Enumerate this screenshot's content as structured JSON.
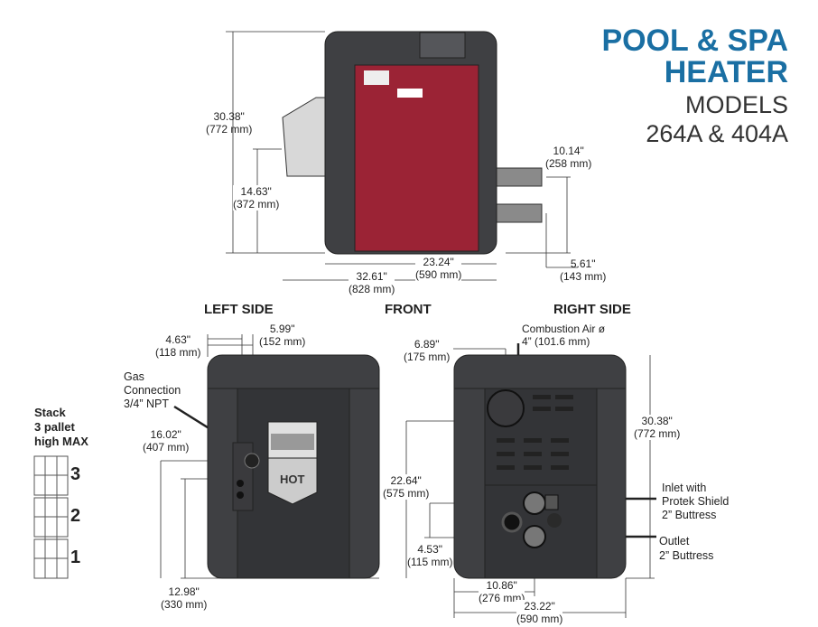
{
  "title": {
    "line1": "POOL & SPA",
    "line2": "HEATER",
    "line3": "MODELS",
    "line4": "264A & 404A"
  },
  "colors": {
    "brand": "#1a6fa3",
    "cabinet": "#3f4043",
    "panel": "#9b2335"
  },
  "views": {
    "left": "LEFT SIDE",
    "front": "FRONT",
    "right": "RIGHT SIDE"
  },
  "top_dims": {
    "height_total": [
      "30.38\"",
      "(772 mm)"
    ],
    "vent_height": [
      "14.63\"",
      "(372 mm)"
    ],
    "pipe_upper": [
      "10.14\"",
      "(258 mm)"
    ],
    "pipe_lower": [
      "5.61\"",
      "(143 mm)"
    ],
    "width": [
      "23.24\"",
      "(590 mm)"
    ],
    "overall_width": [
      "32.61\"",
      "(828 mm)"
    ]
  },
  "left_dims": {
    "a": [
      "4.63\"",
      "(118 mm)"
    ],
    "b": [
      "5.99\"",
      "(152 mm)"
    ],
    "gas": [
      "Gas",
      "Connection",
      "3/4” NPT"
    ],
    "gas_height": [
      "16.02\"",
      "(407 mm)"
    ],
    "depth": [
      "12.98\"",
      "(330 mm)"
    ],
    "hot_label": "HOT"
  },
  "right_dims": {
    "combustion": [
      "Combustion Air ø",
      "4” (101.6 mm)"
    ],
    "c": [
      "6.89\"",
      "(175 mm)"
    ],
    "height": [
      "30.38\"",
      "(772 mm)"
    ],
    "air_height": [
      "22.64\"",
      "(575 mm)"
    ],
    "pipe_spacing": [
      "4.53\"",
      "(115 mm)"
    ],
    "pipe_offset": [
      "10.86\"",
      "(276 mm)"
    ],
    "width": [
      "23.22\"",
      "(590 mm)"
    ],
    "inlet": [
      "Inlet with",
      "Protek Shield",
      "2” Buttress"
    ],
    "outlet": [
      "Outlet",
      "2” Buttress"
    ]
  },
  "stack": {
    "label": [
      "Stack",
      "3 pallet",
      "high MAX"
    ],
    "levels": [
      "3",
      "2",
      "1"
    ]
  }
}
